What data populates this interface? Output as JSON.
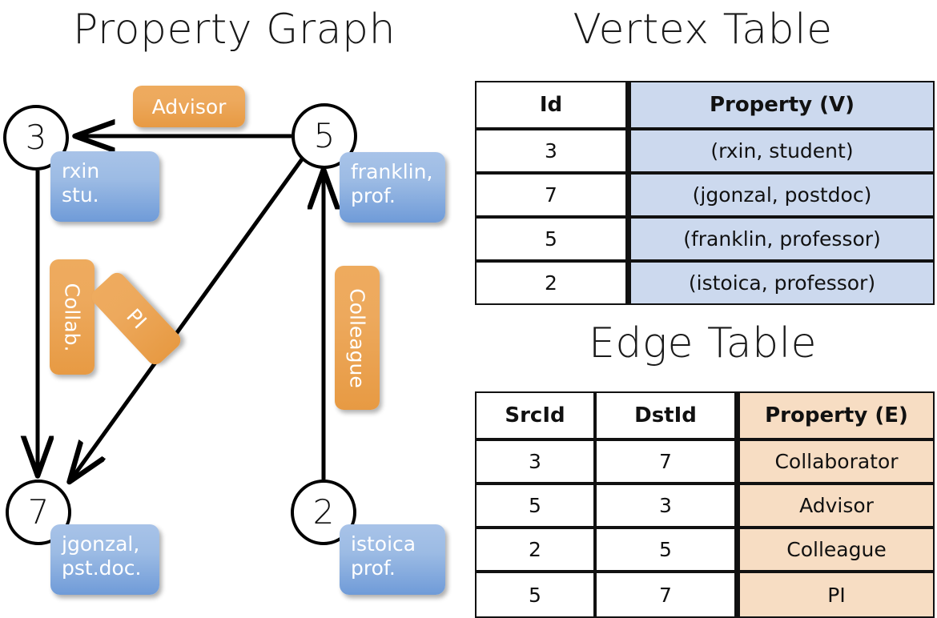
{
  "titles": {
    "property_graph": "Property Graph",
    "vertex_table": "Vertex Table",
    "edge_table": "Edge Table"
  },
  "colors": {
    "vertex_property_fill": "#ccd9ee",
    "edge_property_fill": "#f7ddc3",
    "vertex_box_blue": "#7ea6dd",
    "edge_box_orange": "#eda95d",
    "stroke": "#000000",
    "background": "#ffffff"
  },
  "graph": {
    "nodes": [
      {
        "id": "3",
        "property": "rxin\nstu."
      },
      {
        "id": "5",
        "property": "franklin,\nprof."
      },
      {
        "id": "7",
        "property": "jgonzal,\npst.doc."
      },
      {
        "id": "2",
        "property": "istoica\nprof."
      }
    ],
    "edge_labels": {
      "advisor": "Advisor",
      "collab": "Collab.",
      "pi": "PI",
      "colleague": "Colleague"
    },
    "edges": [
      {
        "src": "5",
        "dst": "3",
        "label": "Advisor"
      },
      {
        "src": "3",
        "dst": "7",
        "label": "Collab."
      },
      {
        "src": "5",
        "dst": "7",
        "label": "PI"
      },
      {
        "src": "2",
        "dst": "5",
        "label": "Colleague"
      }
    ]
  },
  "vertex_table": {
    "headers": [
      "Id",
      "Property (V)"
    ],
    "rows": [
      {
        "id": "3",
        "property": "(rxin, student)"
      },
      {
        "id": "7",
        "property": "(jgonzal, postdoc)"
      },
      {
        "id": "5",
        "property": "(franklin, professor)"
      },
      {
        "id": "2",
        "property": "(istoica, professor)"
      }
    ]
  },
  "edge_table": {
    "headers": [
      "SrcId",
      "DstId",
      "Property (E)"
    ],
    "rows": [
      {
        "src": "3",
        "dst": "7",
        "property": "Collaborator"
      },
      {
        "src": "5",
        "dst": "3",
        "property": "Advisor"
      },
      {
        "src": "2",
        "dst": "5",
        "property": "Colleague"
      },
      {
        "src": "5",
        "dst": "7",
        "property": "PI"
      }
    ]
  }
}
